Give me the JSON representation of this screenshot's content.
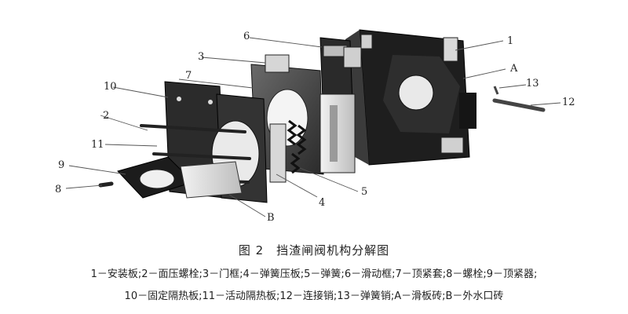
{
  "callouts": {
    "c1": "1",
    "c2": "2",
    "c3": "3",
    "c4": "4",
    "c5": "5",
    "c6": "6",
    "c7": "7",
    "c8": "8",
    "c9": "9",
    "c10": "10",
    "c11": "11",
    "c12": "12",
    "c13": "13",
    "cA": "A",
    "cB": "B"
  },
  "caption": {
    "title": "图 2　挡渣闸阀机构分解图",
    "legend_line1": "1－安装板;2－面压螺栓;3－门框;4－弹簧压板;5－弹簧;6－滑动框;7－顶紧套;8－螺栓;9－顶紧器;",
    "legend_line2": "10－固定隔热板;11－活动隔热板;12－连接销;13－弹簧销;A－滑板砖;B－外水口砖"
  }
}
